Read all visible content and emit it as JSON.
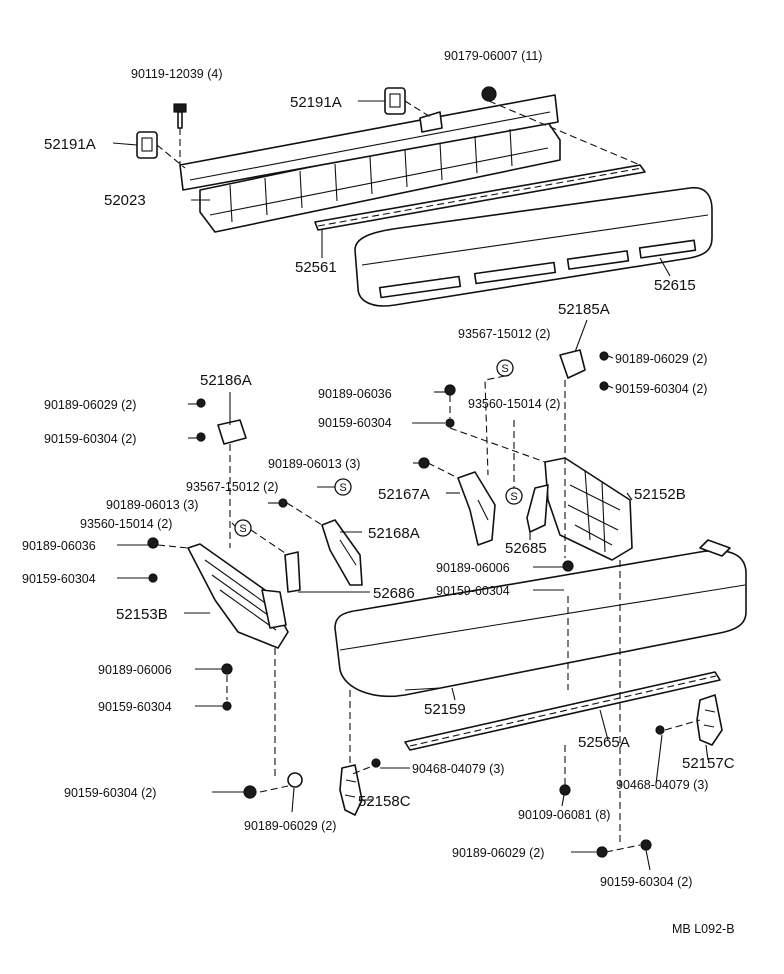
{
  "figure_code": "MB  L092-B",
  "symbol_letter": "S",
  "labels": [
    {
      "id": "l1",
      "text": "90119-12039 (4)",
      "size": "small"
    },
    {
      "id": "l2",
      "text": "52191A",
      "size": "big"
    },
    {
      "id": "l3",
      "text": "90179-06007 (11)",
      "size": "small"
    },
    {
      "id": "l4",
      "text": "52191A",
      "size": "big"
    },
    {
      "id": "l5",
      "text": "52023",
      "size": "big"
    },
    {
      "id": "l6",
      "text": "52561",
      "size": "big"
    },
    {
      "id": "l7",
      "text": "52615",
      "size": "big"
    },
    {
      "id": "l8",
      "text": "52185A",
      "size": "big"
    },
    {
      "id": "l9",
      "text": "93567-15012 (2)",
      "size": "small"
    },
    {
      "id": "l10",
      "text": "90189-06029 (2)",
      "size": "small"
    },
    {
      "id": "l11",
      "text": "90159-60304 (2)",
      "size": "small"
    },
    {
      "id": "l12",
      "text": "52186A",
      "size": "big"
    },
    {
      "id": "l13",
      "text": "90189-06036",
      "size": "small"
    },
    {
      "id": "l14",
      "text": "93560-15014 (2)",
      "size": "small"
    },
    {
      "id": "l15",
      "text": "90189-06029 (2)",
      "size": "small"
    },
    {
      "id": "l16",
      "text": "90159-60304",
      "size": "small"
    },
    {
      "id": "l17",
      "text": "90159-60304 (2)",
      "size": "small"
    },
    {
      "id": "l18",
      "text": "90189-06013 (3)",
      "size": "small"
    },
    {
      "id": "l19",
      "text": "93567-15012 (2)",
      "size": "small"
    },
    {
      "id": "l20",
      "text": "52167A",
      "size": "big"
    },
    {
      "id": "l21",
      "text": "52152B",
      "size": "big"
    },
    {
      "id": "l22",
      "text": "90189-06013 (3)",
      "size": "small"
    },
    {
      "id": "l23",
      "text": "93560-15014 (2)",
      "size": "small"
    },
    {
      "id": "l24",
      "text": "52168A",
      "size": "big"
    },
    {
      "id": "l25",
      "text": "52685",
      "size": "big"
    },
    {
      "id": "l26",
      "text": "90189-06036",
      "size": "small"
    },
    {
      "id": "l27",
      "text": "90189-06006",
      "size": "small"
    },
    {
      "id": "l28",
      "text": "90159-60304",
      "size": "small"
    },
    {
      "id": "l29",
      "text": "90159-60304",
      "size": "small"
    },
    {
      "id": "l30",
      "text": "52686",
      "size": "big"
    },
    {
      "id": "l31",
      "text": "52153B",
      "size": "big"
    },
    {
      "id": "l32",
      "text": "90189-06006",
      "size": "small"
    },
    {
      "id": "l33",
      "text": "52159",
      "size": "big"
    },
    {
      "id": "l34",
      "text": "90159-60304",
      "size": "small"
    },
    {
      "id": "l35",
      "text": "52565A",
      "size": "big"
    },
    {
      "id": "l36",
      "text": "52157C",
      "size": "big"
    },
    {
      "id": "l37",
      "text": "90468-04079 (3)",
      "size": "small"
    },
    {
      "id": "l38",
      "text": "90468-04079 (3)",
      "size": "small"
    },
    {
      "id": "l39",
      "text": "90159-60304 (2)",
      "size": "small"
    },
    {
      "id": "l40",
      "text": "52158C",
      "size": "big"
    },
    {
      "id": "l41",
      "text": "90109-06081 (8)",
      "size": "small"
    },
    {
      "id": "l42",
      "text": "90189-06029 (2)",
      "size": "small"
    },
    {
      "id": "l43",
      "text": "90189-06029 (2)",
      "size": "small"
    },
    {
      "id": "l44",
      "text": "90159-60304 (2)",
      "size": "small"
    }
  ]
}
